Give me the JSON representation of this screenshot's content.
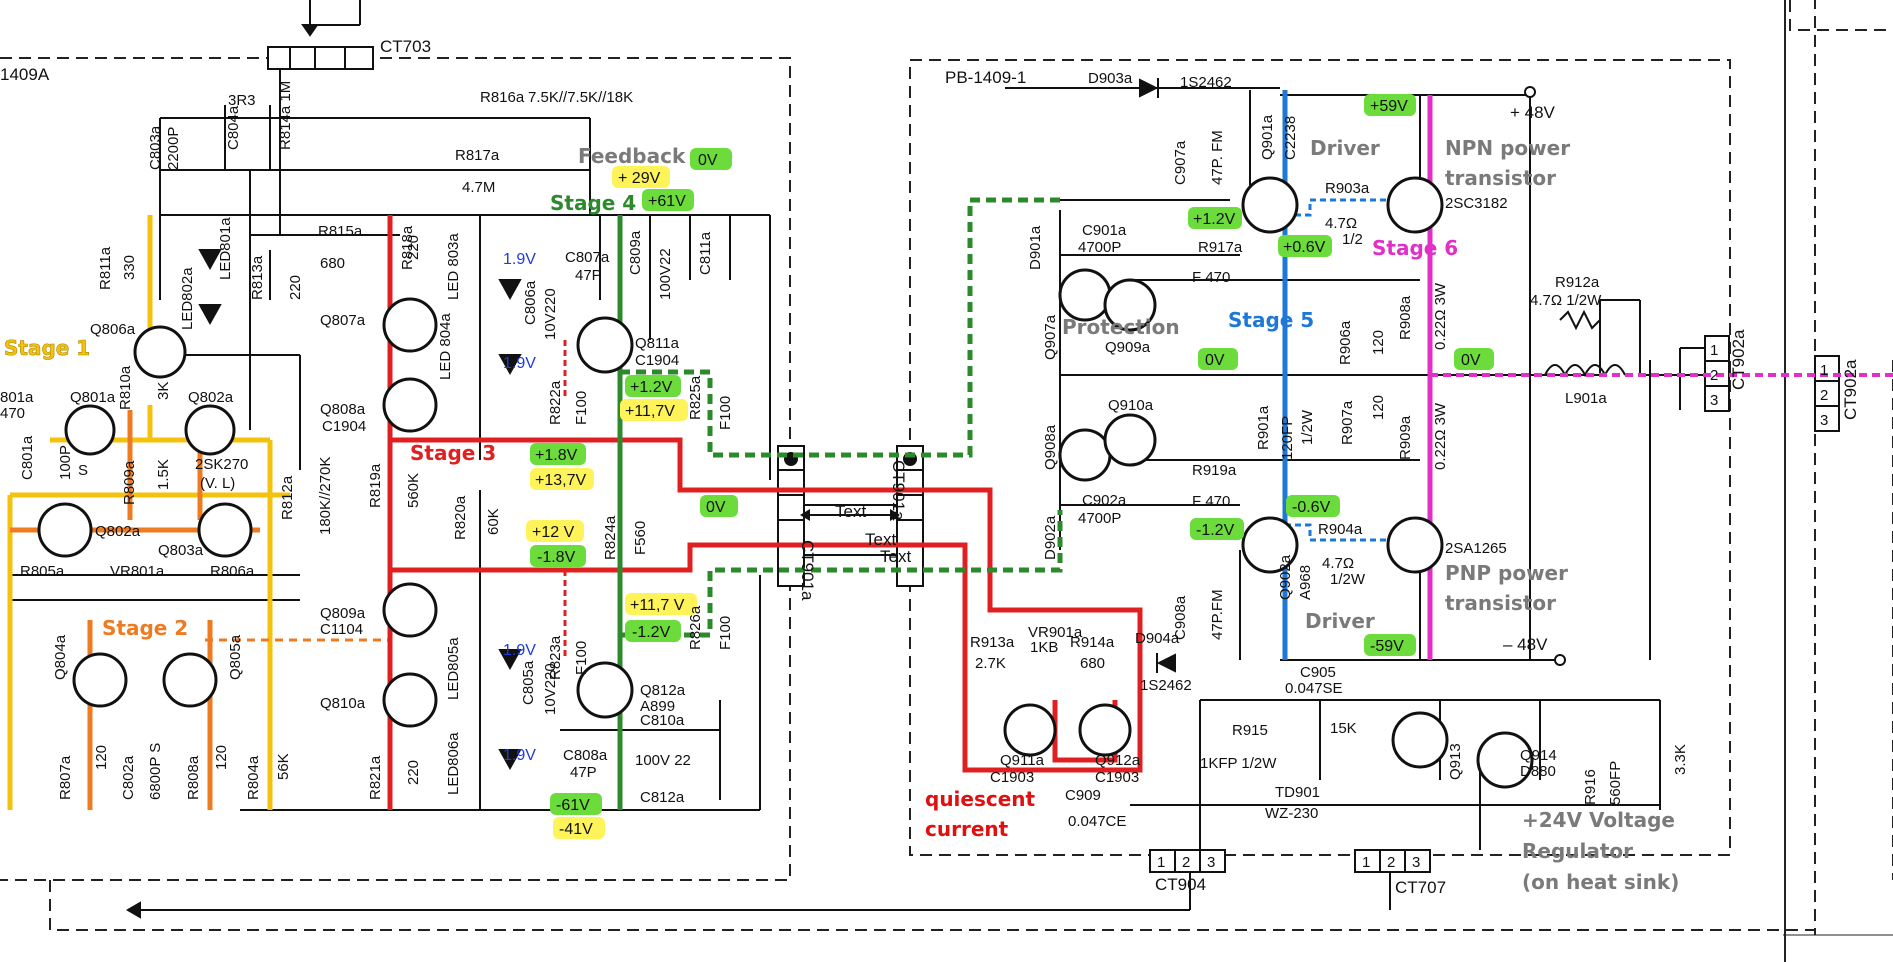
{
  "colors": {
    "stage1": "#f4c20d",
    "stage2": "#ee7b22",
    "stage3": "#e02020",
    "stage4": "#2c8a2c",
    "stage5": "#1e78d6",
    "stage6": "#e030c8",
    "green_tag": "#6cdc3c",
    "yellow_tag": "#fff35a",
    "blue_text": "#1f3bd8",
    "grey_text": "#7a7a7a",
    "red_text": "#e01010"
  },
  "board": {
    "left_board_id": "1409A",
    "right_board_id": "PB-1409-1",
    "connector_top": "CT703",
    "connector_mid_left": "CT901a",
    "connector_mid_right": "CT901a",
    "connector_out": "CT902a",
    "connector_out_far": "CT902a",
    "connector_bottom_1": "CT904",
    "connector_bottom_2": "CT707"
  },
  "stages": {
    "stage1": "Stage 1",
    "stage2": "Stage 2",
    "stage3": "Stage 3",
    "stage4": "Stage 4",
    "stage5": "Stage 5",
    "stage6": "Stage 6"
  },
  "annotations": {
    "feedback": "Feedback",
    "driver_top": "Driver",
    "driver_bottom": "Driver",
    "npn_power_1": "NPN power",
    "npn_power_2": "transistor",
    "pnp_power_1": "PNP power",
    "pnp_power_2": "transistor",
    "protection": "Protection",
    "quiescent_1": "quiescent",
    "quiescent_2": "current",
    "regulator_1": "+24V Voltage",
    "regulator_2": "Regulator",
    "regulator_3": "(on heat sink)",
    "text_1": "Text",
    "text_2": "Text",
    "text_3": "Text"
  },
  "voltages": {
    "v_0v_feedback": "0V",
    "v_p29v": "+ 29V",
    "v_p61v": "+61V",
    "v_p1_2v_a": "+1.2V",
    "v_p11_7v_a": "+11,7V",
    "v_p1_8v": "+1.8V",
    "v_p13_7v": "+13,7V",
    "v_0v_mid": "0V",
    "v_p12v": "+12 V",
    "v_m1_8v": "-1.8V",
    "v_p11_7v_b": "+11,7 V",
    "v_m1_2v_a": "-1.2V",
    "v_m61v": "-61V",
    "v_m41v": "-41V",
    "v_p59v": "+59V",
    "v_p1_2v_b": "+1.2V",
    "v_p0_6v": "+0.6V",
    "v_0v_a": "0V",
    "v_0v_b": "0V",
    "v_m0_6v": "-0.6V",
    "v_m1_2v_b": "-1.2V",
    "v_m59v": "-59V",
    "led_1_9v_a": "1.9V",
    "led_1_9v_b": "1.9V",
    "led_1_9v_c": "1.9V",
    "led_1_9v_d": "1.9V",
    "rail_p48": "+ 48V",
    "rail_m48": "–  48V"
  },
  "components": {
    "r816a": "R816a",
    "r816a_val": "7.5K//7.5K//18K",
    "r817a": "R817a",
    "r817a_val": "4.7M",
    "c803a": "C803a",
    "c803a_val": "2200P",
    "c804a": "C804a",
    "r3r3": "3R3",
    "r814a": "R814a 1M",
    "r815a": "R815a",
    "r815a_val": "680",
    "r813a": "R813a",
    "r813a_val": "220",
    "r811a": "R811a",
    "r811a_val": "330",
    "led802a": "LED802a",
    "led801a": "LED801a",
    "q806a": "Q806a",
    "r810a": "R810a",
    "r810a_val": "3K",
    "q801a": "Q801a",
    "q802a_top": "Q802a",
    "r801a": "801a",
    "r801a_val": "470",
    "c801a": "C801a",
    "c801a_val": "100P",
    "c801a_s": "S",
    "r809a": "R809a",
    "r809a_val": "1.5K",
    "q2sk270": "2SK270",
    "q2sk270_vl": "(V. L)",
    "r812a": "R812a",
    "r812a_val": "180K//270K",
    "q802a": "Q802a",
    "q803a": "Q803a",
    "r805a": "R805a",
    "vr801a": "VR801a",
    "r806a": "R806a",
    "q804a": "Q804a",
    "q805a": "Q805a",
    "r807a": "R807a",
    "r807a_val": "120",
    "c802a": "C802a",
    "c802a_val": "6800P S",
    "r808a": "R808a",
    "r808a_val": "120",
    "r804a": "R804a",
    "r804a_val": "56K",
    "r818a": "R818a",
    "r818a_val": "220",
    "q807a": "Q807a",
    "led803a": "LED 803a",
    "c806a": "C806a",
    "c806a_val": "10V220",
    "led804a": "LED 804a",
    "q808a": "Q808a",
    "q808a_type": "C1904",
    "r819a": "R819a",
    "r819a_val": "560K",
    "r820a": "R820a",
    "r820a_val": "60K",
    "q809a": "Q809a",
    "q809a_type": "C1104",
    "q810a": "Q810a",
    "led805a": "LED805a",
    "c805a": "C805a",
    "c805a_val": "10V220",
    "led806a": "LED806a",
    "r821a": "R821a",
    "r821a_val": "220",
    "c807a": "C807a",
    "c807a_val": "47P",
    "c809a": "C809a",
    "c809a_val": "100V22",
    "c811a": "C811a",
    "q811a": "Q811a",
    "q811a_type": "C1904",
    "r822a": "R822a",
    "r822a_val": "F100",
    "r825a": "R825a",
    "r825a_val": "F100",
    "r824a": "R824a",
    "r824a_val": "F560",
    "r823a": "R823a",
    "r823a_val": "F100",
    "r826a": "R826a",
    "r826a_val": "F100",
    "q812a": "Q812a",
    "q812a_type": "A899",
    "c808a": "C808a",
    "c808a_val": "47P",
    "c810a": "C810a",
    "c810a_val": "100V 22",
    "c812a": "C812a",
    "d903a": "D903a",
    "d903a_type": "1S2462",
    "c907a": "C907a",
    "c907a_val": "47P. FM",
    "q901a": "Q901a",
    "q901a_type": "C2238",
    "r903a": "R903a",
    "r903a_val": "4.7Ω",
    "r903a_w": "1/2",
    "q903": "2SC3182",
    "d901a": "D901a",
    "c901a": "C901a",
    "c901a_val": "4700P",
    "r917a": "R917a",
    "r917a_val": "F  470",
    "q907a": "Q907a",
    "q909a": "Q909a",
    "r906a": "R906a",
    "r906a_val": "120",
    "r908a": "R908a",
    "r908a_val": "0.22Ω 3W",
    "r912a": "R912a",
    "r912a_val": "4.7Ω 1/2W",
    "l901a": "L901a",
    "q910a": "Q910a",
    "q908a": "Q908a",
    "r901a": "R901a",
    "r901a_val": "120FP",
    "r901a_w": "1/2W",
    "r907a": "R907a",
    "r907a_val": "120",
    "r909a": "R909a",
    "r909a_val": "0.22Ω 3W",
    "r919a": "R919a",
    "r919a_val": "F  470",
    "d902a": "D902a",
    "c902a": "C902a",
    "c902a_val": "4700P",
    "q902a": "Q902a",
    "q902a_type": "A968",
    "r904a": "R904a",
    "r904a_val": "4.7Ω",
    "r904a_w": "1/2W",
    "q904": "2SA1265",
    "c908a": "C908a",
    "c908a_val": "47P.FM",
    "r913a": "R913a",
    "r913a_val": "2.7K",
    "vr901a": "VR901a",
    "vr901a_val": "1KB",
    "r914a": "R914a",
    "r914a_val": "680",
    "d904a": "D904a",
    "d904a_type": "1S2462",
    "q911a": "Q911a",
    "q911a_type": "C1903",
    "q912a": "Q912a",
    "q912a_type": "C1903",
    "c909": "C909",
    "c909_val": "0.047CE",
    "c905": "C905",
    "c905_val": "0.047SE",
    "r915": "R915",
    "r915_val": "1KFP 1/2W",
    "r_15k": "15K",
    "td901": "TD901",
    "td901_type": "WZ-230",
    "q913": "Q913",
    "q914": "Q914",
    "q914_type": "D880",
    "r916": "R916",
    "r916_val": "560FP",
    "r_3_3k": "3.3K"
  },
  "pins": [
    "1",
    "2",
    "3",
    "1",
    "2",
    "3",
    "1",
    "2",
    "3",
    "1",
    "2",
    "3"
  ]
}
